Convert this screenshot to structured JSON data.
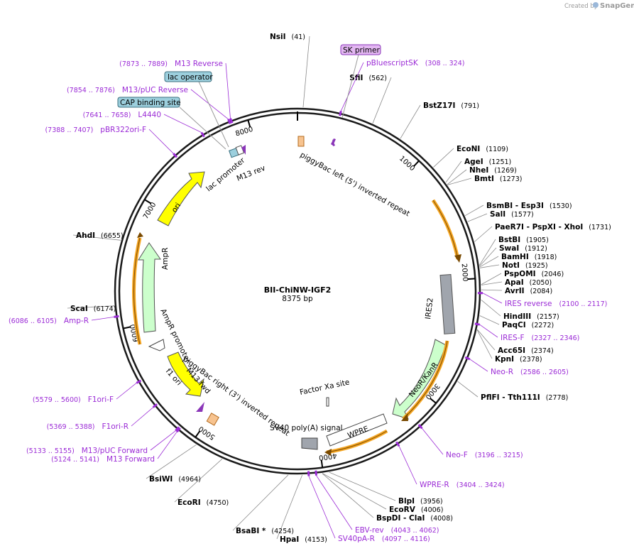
{
  "credit": {
    "prefix": "Created by",
    "brand": "SnapGene"
  },
  "plasmid": {
    "name": "BII-ChiNW-IGF2",
    "length_text": "8375 bp",
    "length": 8375
  },
  "ticks": [
    "1000",
    "2000",
    "3000",
    "4000",
    "5000",
    "6000",
    "7000",
    "8000"
  ],
  "sites": [
    {
      "name": "NsiI",
      "pos": "(41)",
      "bp": 41
    },
    {
      "name": "SfiI",
      "pos": "(562)",
      "bp": 562
    },
    {
      "name": "BstZ17I",
      "pos": "(791)",
      "bp": 791
    },
    {
      "name": "EcoNI",
      "pos": "(1109)",
      "bp": 1109
    },
    {
      "name": "AgeI",
      "pos": "(1251)",
      "bp": 1251
    },
    {
      "name": "NheI",
      "pos": "(1269)",
      "bp": 1269
    },
    {
      "name": "BmtI",
      "pos": "(1273)",
      "bp": 1273
    },
    {
      "name": "BsmBI  - Esp3I",
      "pos": "(1530)",
      "bp": 1530
    },
    {
      "name": "SalI",
      "pos": "(1577)",
      "bp": 1577
    },
    {
      "name": "PaeR7I  - PspXI  - XhoI",
      "pos": "(1731)",
      "bp": 1731
    },
    {
      "name": "BstBI",
      "pos": "(1905)",
      "bp": 1905
    },
    {
      "name": "SwaI",
      "pos": "(1912)",
      "bp": 1912
    },
    {
      "name": "BamHI",
      "pos": "(1918)",
      "bp": 1918
    },
    {
      "name": "NotI",
      "pos": "(1925)",
      "bp": 1925
    },
    {
      "name": "PspOMI",
      "pos": "(2046)",
      "bp": 2046
    },
    {
      "name": "ApaI",
      "pos": "(2050)",
      "bp": 2050
    },
    {
      "name": "AvrII",
      "pos": "(2084)",
      "bp": 2084
    },
    {
      "name": "HindIII",
      "pos": "(2157)",
      "bp": 2157
    },
    {
      "name": "PaqCI",
      "pos": "(2272)",
      "bp": 2272
    },
    {
      "name": "Acc65I",
      "pos": "(2374)",
      "bp": 2374
    },
    {
      "name": "KpnI",
      "pos": "(2378)",
      "bp": 2378
    },
    {
      "name": "PflFI  - Tth111I",
      "pos": "(2778)",
      "bp": 2778
    },
    {
      "name": "BlpI",
      "pos": "(3956)",
      "bp": 3956
    },
    {
      "name": "EcoRV",
      "pos": "(4006)",
      "bp": 4006
    },
    {
      "name": "BspDI  - ClaI",
      "pos": "(4008)",
      "bp": 4008
    },
    {
      "name": "HpaI",
      "pos": "(4153)",
      "bp": 4153
    },
    {
      "name": "BsaBI *",
      "pos": "(4254)",
      "bp": 4254
    },
    {
      "name": "EcoRI",
      "pos": "(4750)",
      "bp": 4750
    },
    {
      "name": "BsiWI",
      "pos": "(4964)",
      "bp": 4964
    },
    {
      "name": "ScaI",
      "pos": "(6174)",
      "bp": 6174
    },
    {
      "name": "AhdI",
      "pos": "(6655)",
      "bp": 6655
    }
  ],
  "primers": [
    {
      "name": "pBluescriptSK",
      "pos": "(308 .. 324)",
      "bp": 316
    },
    {
      "name": "IRES reverse",
      "pos": "(2100 .. 2117)",
      "bp": 2108
    },
    {
      "name": "IRES-F",
      "pos": "(2327 .. 2346)",
      "bp": 2336
    },
    {
      "name": "Neo-R",
      "pos": "(2586 .. 2605)",
      "bp": 2595
    },
    {
      "name": "Neo-F",
      "pos": "(3196 .. 3215)",
      "bp": 3205
    },
    {
      "name": "WPRE-R",
      "pos": "(3404 .. 3424)",
      "bp": 3414
    },
    {
      "name": "EBV-rev",
      "pos": "(4043 .. 4062)",
      "bp": 4052
    },
    {
      "name": "SV40pA-R",
      "pos": "(4097 .. 4116)",
      "bp": 4106
    },
    {
      "name": "M13 Forward",
      "pos": "(5124 .. 5141)",
      "bp": 5132
    },
    {
      "name": "M13/pUC Forward",
      "pos": "(5133 .. 5155)",
      "bp": 5144
    },
    {
      "name": "F1ori-R",
      "pos": "(5369 .. 5388)",
      "bp": 5378
    },
    {
      "name": "F1ori-F",
      "pos": "(5579 .. 5600)",
      "bp": 5590
    },
    {
      "name": "Amp-R",
      "pos": "(6086 .. 6105)",
      "bp": 6095
    },
    {
      "name": "pBR322ori-F",
      "pos": "(7388 .. 7407)",
      "bp": 7397
    },
    {
      "name": "L4440",
      "pos": "(7641 .. 7658)",
      "bp": 7650
    },
    {
      "name": "M13/pUC Reverse",
      "pos": "(7854 .. 7876)",
      "bp": 7865
    },
    {
      "name": "M13 Reverse",
      "pos": "(7873 .. 7889)",
      "bp": 7881
    }
  ],
  "boxed": [
    {
      "name": "SK primer",
      "color": "#e3b7f2",
      "border": "#8a35b8"
    },
    {
      "name": "lac operator",
      "color": "#9ccfdd",
      "border": "#3b6f7e"
    },
    {
      "name": "CAP binding site",
      "color": "#9ccfdd",
      "border": "#3b6f7e"
    }
  ],
  "features": [
    {
      "name": "piggyBac left (5') inverted repeat"
    },
    {
      "name": "IRES2"
    },
    {
      "name": "NeoR/KanR"
    },
    {
      "name": "WPRE"
    },
    {
      "name": "SV40 poly(A) signal"
    },
    {
      "name": "Factor Xa site"
    },
    {
      "name": "piggyBac right (3') inverted repeat"
    },
    {
      "name": "M13 fwd"
    },
    {
      "name": "f1 ori"
    },
    {
      "name": "AmpR promoter"
    },
    {
      "name": "AmpR"
    },
    {
      "name": "ori"
    },
    {
      "name": "lac promoter"
    },
    {
      "name": "M13 rev"
    }
  ],
  "colors": {
    "primer": "#9b2bd6",
    "orange": "#f5a623",
    "gray": "#a0a5ad",
    "green": "#ccffcc",
    "yellow": "#ffff00",
    "backbone": "#333333"
  }
}
